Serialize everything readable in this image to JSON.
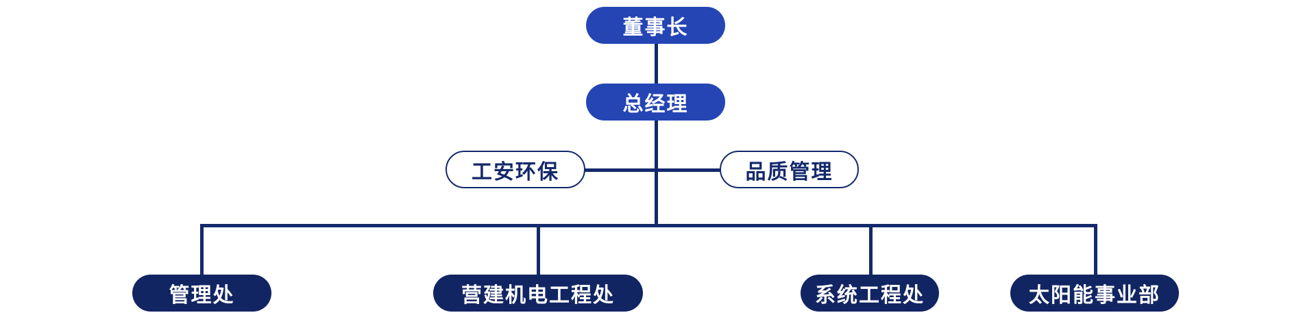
{
  "org_chart": {
    "chairman": "董事长",
    "general_manager": "总经理",
    "staff_left": "工安环保",
    "staff_right": "品质管理",
    "departments": [
      "管理处",
      "营建机电工程处",
      "系统工程处",
      "太阳能事业部"
    ]
  },
  "colors": {
    "top_node_fill": "#2545b4",
    "department_fill": "#122563",
    "connector": "#14296b",
    "side_node_border": "#14296b",
    "node_text_light": "#ffffff",
    "node_text_dark": "#14296b"
  }
}
